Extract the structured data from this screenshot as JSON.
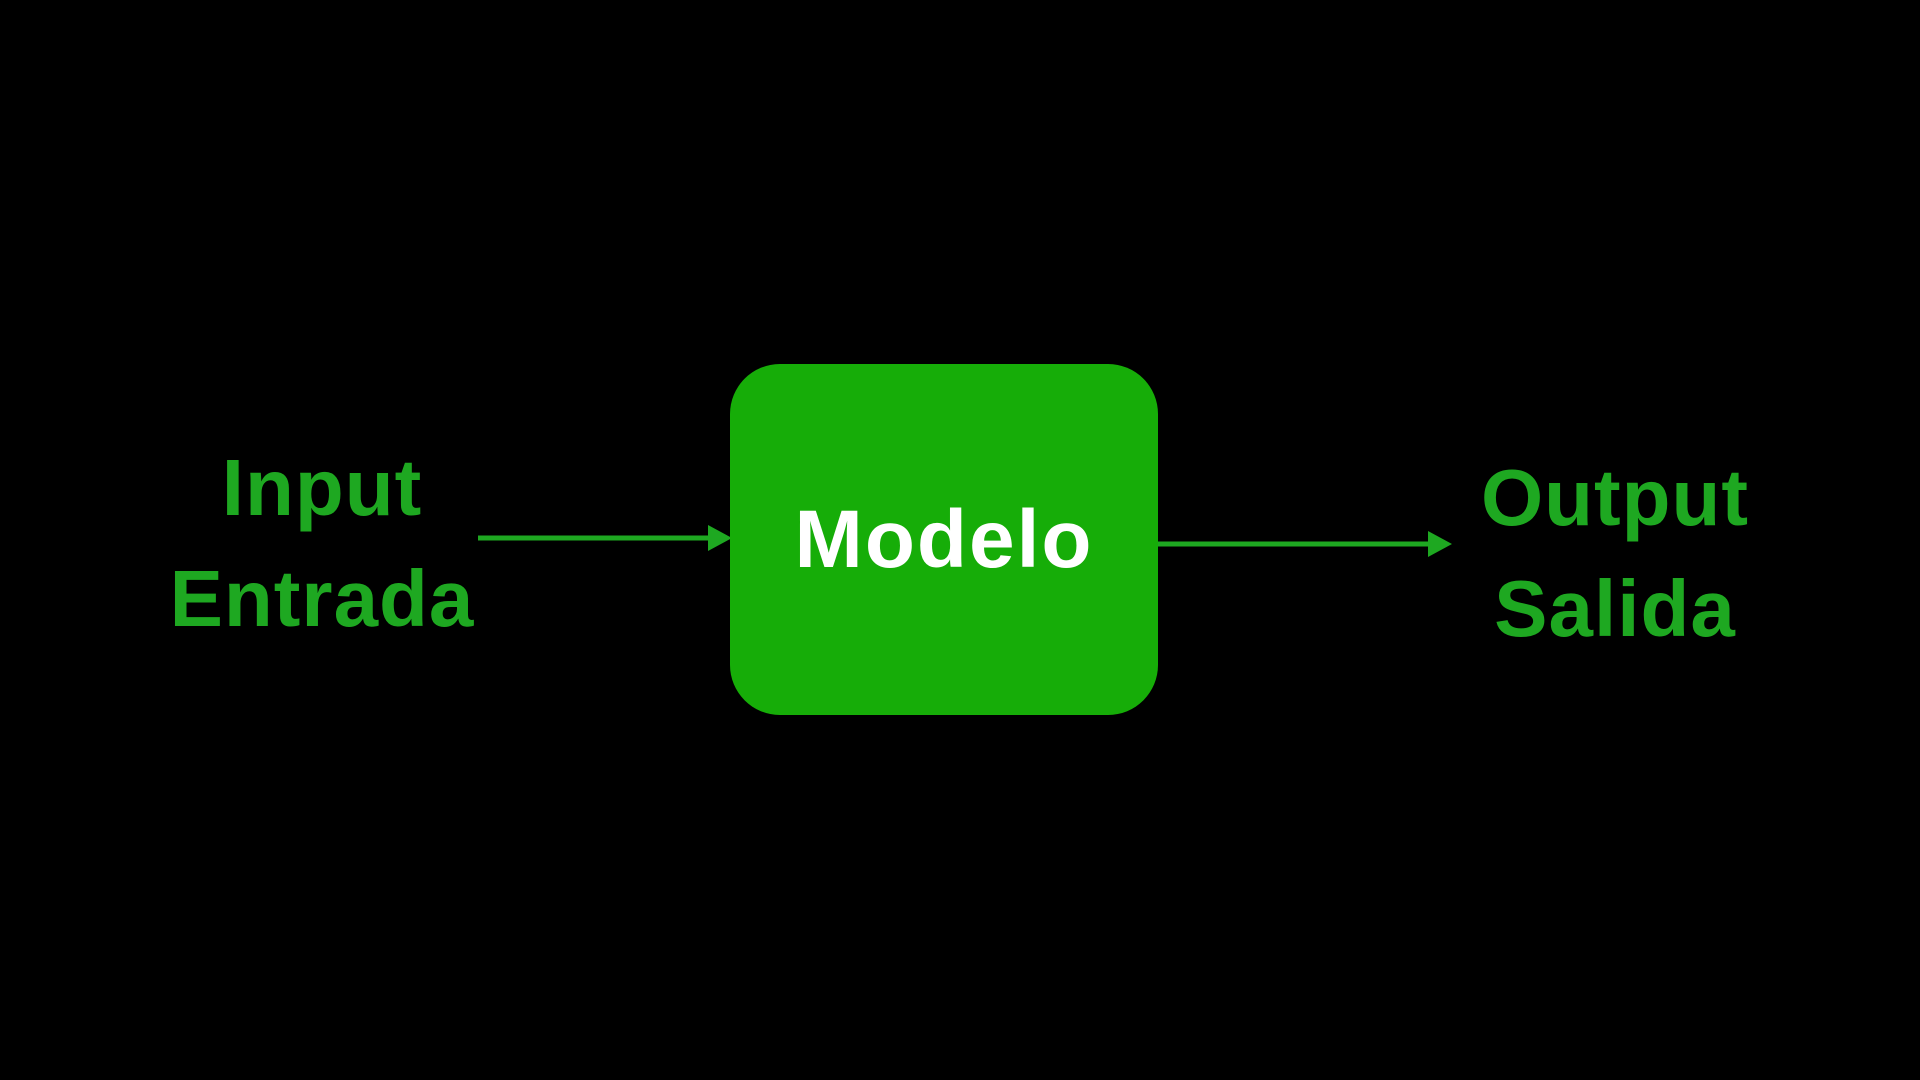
{
  "diagram": {
    "background_color": "#000000",
    "accent_green": "#1ea821",
    "box_color": "#16ad08",
    "model_text_color": "#ffffff",
    "input_label": {
      "line1": "Input",
      "line2": "Entrada"
    },
    "model_label": "Modelo",
    "output_label": {
      "line1": "Output",
      "line2": "Salida"
    }
  }
}
